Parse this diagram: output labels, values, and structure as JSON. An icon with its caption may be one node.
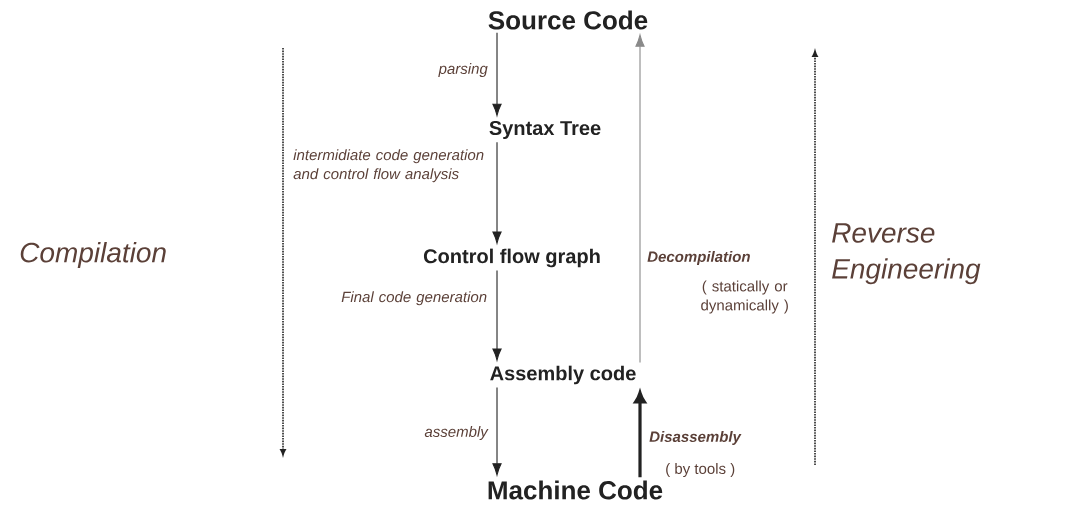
{
  "diagram": {
    "nodes": [
      {
        "text": [
          "Source Code"
        ]
      },
      {
        "text": [
          "Syntax Tree"
        ]
      },
      {
        "text": [
          "Control flow graph"
        ]
      },
      {
        "text": [
          "Assembly code"
        ]
      },
      {
        "text": [
          "Machine Code"
        ]
      }
    ],
    "edges": [
      {
        "from": 0,
        "to": 1,
        "arrow": "to",
        "label": "parsing"
      },
      {
        "from": 1,
        "to": 2,
        "arrow": "to",
        "label": "intermidiate code generation and control flow analysis"
      },
      {
        "from": 2,
        "to": 3,
        "arrow": "to",
        "label": "Final code generation"
      },
      {
        "from": 3,
        "to": 4,
        "arrow": "to",
        "label": "assembly"
      },
      {
        "from": 3,
        "to": 0,
        "arrow": "to",
        "label": "Decompilation",
        "color": "#8a8a8a"
      },
      {
        "from": 4,
        "to": 3,
        "arrow": "to",
        "label": "Disassembly",
        "style": "thick"
      }
    ],
    "labels": [
      "Compilation",
      "( statically or dynamically )",
      "Reverse Engineering",
      "( by tools )"
    ]
  }
}
